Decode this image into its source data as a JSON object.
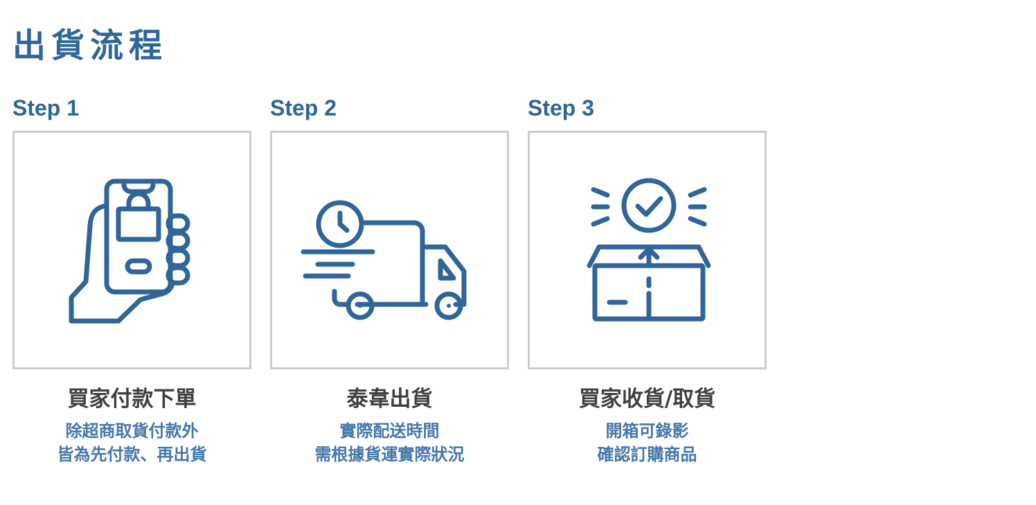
{
  "title": "出貨流程",
  "accent_color": "#2f6598",
  "steps": [
    {
      "label": "Step 1",
      "icon": "hand-holding-phone-shopping-bag-icon",
      "title": "買家付款下單",
      "desc_lines": [
        "除超商取貨付款外",
        "皆為先付款、再出貨"
      ]
    },
    {
      "label": "Step 2",
      "icon": "delivery-truck-clock-icon",
      "title": "泰韋出貨",
      "desc_lines": [
        "實際配送時間",
        "需根據貨運實際狀況"
      ]
    },
    {
      "label": "Step 3",
      "icon": "open-box-checkmark-icon",
      "title": "買家收貨/取貨",
      "desc_lines": [
        "開箱可錄影",
        "確認訂購商品"
      ]
    }
  ]
}
